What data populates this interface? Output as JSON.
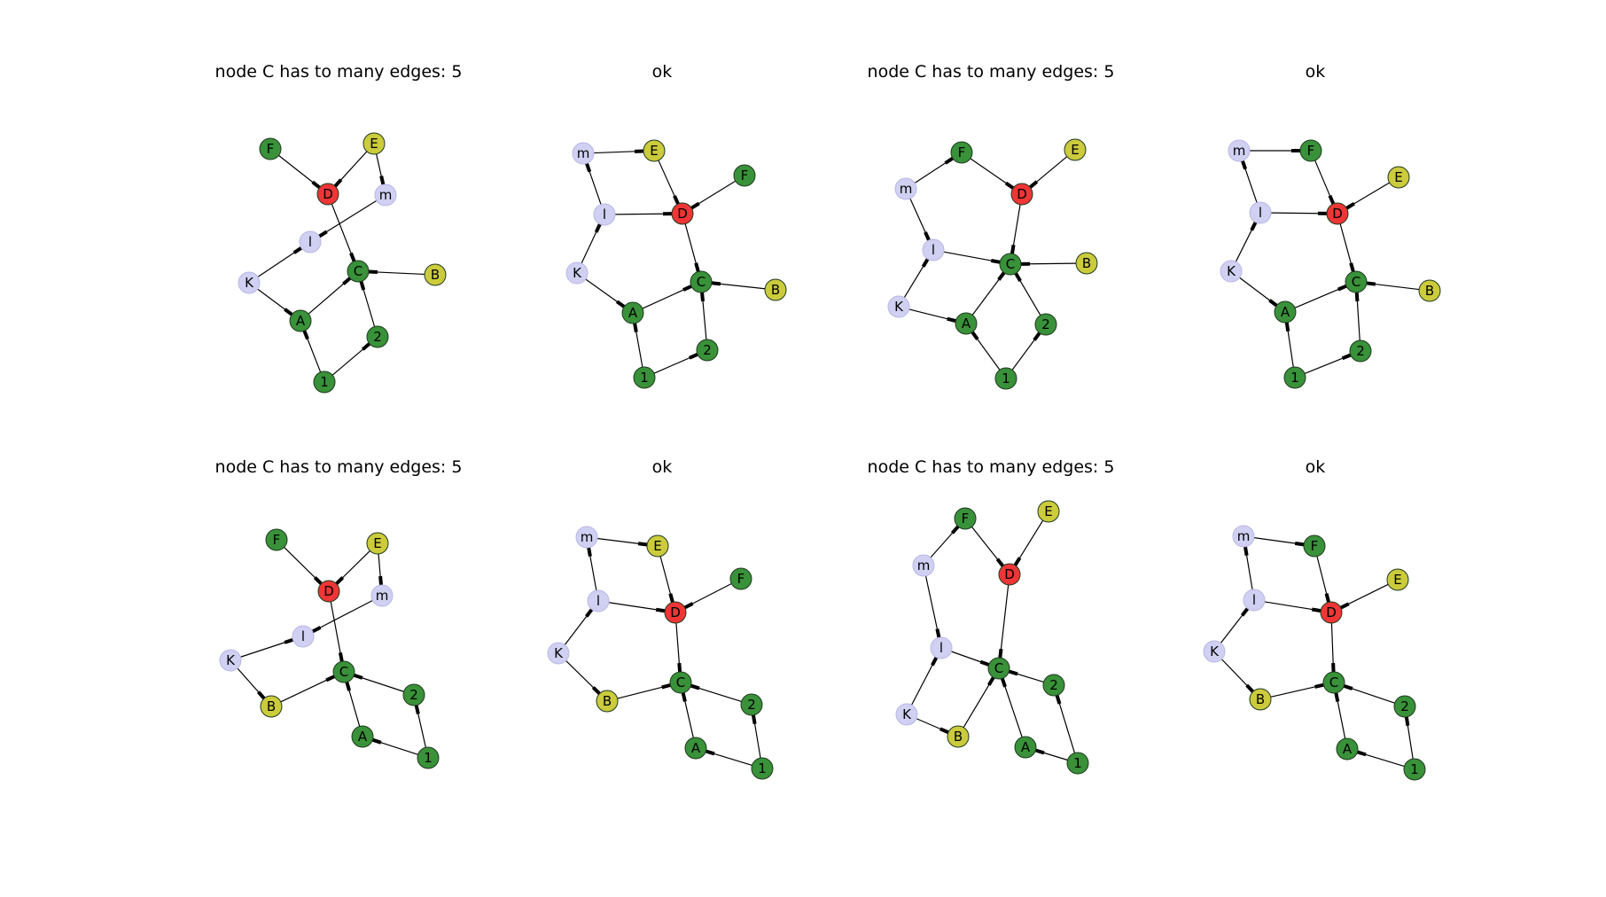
{
  "figure": {
    "panels": [
      {
        "title": "node C has to many edges: 5",
        "nodes": [
          {
            "id": "F",
            "label": "F",
            "color": "green"
          },
          {
            "id": "E",
            "label": "E",
            "color": "yellow"
          },
          {
            "id": "D",
            "label": "D",
            "color": "red"
          },
          {
            "id": "m",
            "label": "m",
            "color": "lavender"
          },
          {
            "id": "l",
            "label": "l",
            "color": "lavender"
          },
          {
            "id": "K",
            "label": "K",
            "color": "lavender"
          },
          {
            "id": "C",
            "label": "C",
            "color": "green"
          },
          {
            "id": "B",
            "label": "B",
            "color": "yellow"
          },
          {
            "id": "A",
            "label": "A",
            "color": "green"
          },
          {
            "id": "2",
            "label": "2",
            "color": "green"
          },
          {
            "id": "1",
            "label": "1",
            "color": "green"
          }
        ],
        "edges": [
          [
            "F",
            "D"
          ],
          [
            "E",
            "D"
          ],
          [
            "E",
            "m"
          ],
          [
            "D",
            "C"
          ],
          [
            "m",
            "l"
          ],
          [
            "K",
            "l"
          ],
          [
            "K",
            "A"
          ],
          [
            "A",
            "C"
          ],
          [
            "B",
            "C"
          ],
          [
            "2",
            "C"
          ],
          [
            "1",
            "A"
          ],
          [
            "1",
            "2"
          ]
        ]
      },
      {
        "title": "ok",
        "nodes": [
          {
            "id": "m",
            "label": "m",
            "color": "lavender"
          },
          {
            "id": "E",
            "label": "E",
            "color": "yellow"
          },
          {
            "id": "F",
            "label": "F",
            "color": "green"
          },
          {
            "id": "l",
            "label": "l",
            "color": "lavender"
          },
          {
            "id": "D",
            "label": "D",
            "color": "red"
          },
          {
            "id": "K",
            "label": "K",
            "color": "lavender"
          },
          {
            "id": "C",
            "label": "C",
            "color": "green"
          },
          {
            "id": "B",
            "label": "B",
            "color": "yellow"
          },
          {
            "id": "A",
            "label": "A",
            "color": "green"
          },
          {
            "id": "2",
            "label": "2",
            "color": "green"
          },
          {
            "id": "1",
            "label": "1",
            "color": "green"
          }
        ],
        "edges": [
          [
            "m",
            "E"
          ],
          [
            "l",
            "m"
          ],
          [
            "l",
            "D"
          ],
          [
            "E",
            "D"
          ],
          [
            "F",
            "D"
          ],
          [
            "D",
            "C"
          ],
          [
            "K",
            "l"
          ],
          [
            "K",
            "A"
          ],
          [
            "A",
            "C"
          ],
          [
            "B",
            "C"
          ],
          [
            "2",
            "C"
          ],
          [
            "1",
            "A"
          ],
          [
            "1",
            "2"
          ]
        ]
      },
      {
        "title": "node C has to many edges: 5",
        "nodes": [
          {
            "id": "F",
            "label": "F",
            "color": "green"
          },
          {
            "id": "E",
            "label": "E",
            "color": "yellow"
          },
          {
            "id": "m",
            "label": "m",
            "color": "lavender"
          },
          {
            "id": "D",
            "label": "D",
            "color": "red"
          },
          {
            "id": "l",
            "label": "l",
            "color": "lavender"
          },
          {
            "id": "C",
            "label": "C",
            "color": "green"
          },
          {
            "id": "B",
            "label": "B",
            "color": "yellow"
          },
          {
            "id": "K",
            "label": "K",
            "color": "lavender"
          },
          {
            "id": "A",
            "label": "A",
            "color": "green"
          },
          {
            "id": "2",
            "label": "2",
            "color": "green"
          },
          {
            "id": "1",
            "label": "1",
            "color": "green"
          }
        ],
        "edges": [
          [
            "m",
            "F"
          ],
          [
            "F",
            "D"
          ],
          [
            "E",
            "D"
          ],
          [
            "m",
            "l"
          ],
          [
            "D",
            "C"
          ],
          [
            "l",
            "C"
          ],
          [
            "B",
            "C"
          ],
          [
            "K",
            "l"
          ],
          [
            "K",
            "A"
          ],
          [
            "A",
            "C"
          ],
          [
            "2",
            "C"
          ],
          [
            "1",
            "A"
          ],
          [
            "1",
            "2"
          ]
        ]
      },
      {
        "title": "ok",
        "nodes": [
          {
            "id": "m",
            "label": "m",
            "color": "lavender"
          },
          {
            "id": "F",
            "label": "F",
            "color": "green"
          },
          {
            "id": "E",
            "label": "E",
            "color": "yellow"
          },
          {
            "id": "l",
            "label": "l",
            "color": "lavender"
          },
          {
            "id": "D",
            "label": "D",
            "color": "red"
          },
          {
            "id": "K",
            "label": "K",
            "color": "lavender"
          },
          {
            "id": "C",
            "label": "C",
            "color": "green"
          },
          {
            "id": "B",
            "label": "B",
            "color": "yellow"
          },
          {
            "id": "A",
            "label": "A",
            "color": "green"
          },
          {
            "id": "2",
            "label": "2",
            "color": "green"
          },
          {
            "id": "1",
            "label": "1",
            "color": "green"
          }
        ],
        "edges": [
          [
            "m",
            "F"
          ],
          [
            "l",
            "m"
          ],
          [
            "l",
            "D"
          ],
          [
            "F",
            "D"
          ],
          [
            "E",
            "D"
          ],
          [
            "D",
            "C"
          ],
          [
            "K",
            "l"
          ],
          [
            "K",
            "A"
          ],
          [
            "A",
            "C"
          ],
          [
            "B",
            "C"
          ],
          [
            "2",
            "C"
          ],
          [
            "1",
            "A"
          ],
          [
            "1",
            "2"
          ]
        ]
      },
      {
        "title": "node C has to many edges: 5",
        "nodes": [
          {
            "id": "F",
            "label": "F",
            "color": "green"
          },
          {
            "id": "E",
            "label": "E",
            "color": "yellow"
          },
          {
            "id": "D",
            "label": "D",
            "color": "red"
          },
          {
            "id": "m",
            "label": "m",
            "color": "lavender"
          },
          {
            "id": "l",
            "label": "l",
            "color": "lavender"
          },
          {
            "id": "K",
            "label": "K",
            "color": "lavender"
          },
          {
            "id": "C",
            "label": "C",
            "color": "green"
          },
          {
            "id": "2",
            "label": "2",
            "color": "green"
          },
          {
            "id": "B",
            "label": "B",
            "color": "yellow"
          },
          {
            "id": "A",
            "label": "A",
            "color": "green"
          },
          {
            "id": "1",
            "label": "1",
            "color": "green"
          }
        ],
        "edges": [
          [
            "F",
            "D"
          ],
          [
            "E",
            "D"
          ],
          [
            "E",
            "m"
          ],
          [
            "D",
            "C"
          ],
          [
            "m",
            "l"
          ],
          [
            "K",
            "l"
          ],
          [
            "K",
            "B"
          ],
          [
            "B",
            "C"
          ],
          [
            "A",
            "C"
          ],
          [
            "2",
            "C"
          ],
          [
            "1",
            "A"
          ],
          [
            "1",
            "2"
          ]
        ]
      },
      {
        "title": "ok",
        "nodes": [
          {
            "id": "m",
            "label": "m",
            "color": "lavender"
          },
          {
            "id": "E",
            "label": "E",
            "color": "yellow"
          },
          {
            "id": "F",
            "label": "F",
            "color": "green"
          },
          {
            "id": "l",
            "label": "l",
            "color": "lavender"
          },
          {
            "id": "D",
            "label": "D",
            "color": "red"
          },
          {
            "id": "K",
            "label": "K",
            "color": "lavender"
          },
          {
            "id": "C",
            "label": "C",
            "color": "green"
          },
          {
            "id": "B",
            "label": "B",
            "color": "yellow"
          },
          {
            "id": "2",
            "label": "2",
            "color": "green"
          },
          {
            "id": "A",
            "label": "A",
            "color": "green"
          },
          {
            "id": "1",
            "label": "1",
            "color": "green"
          }
        ],
        "edges": [
          [
            "m",
            "E"
          ],
          [
            "l",
            "m"
          ],
          [
            "l",
            "D"
          ],
          [
            "E",
            "D"
          ],
          [
            "F",
            "D"
          ],
          [
            "D",
            "C"
          ],
          [
            "K",
            "l"
          ],
          [
            "K",
            "B"
          ],
          [
            "B",
            "C"
          ],
          [
            "A",
            "C"
          ],
          [
            "2",
            "C"
          ],
          [
            "1",
            "A"
          ],
          [
            "1",
            "2"
          ]
        ]
      },
      {
        "title": "node C has to many edges: 5",
        "nodes": [
          {
            "id": "F",
            "label": "F",
            "color": "green"
          },
          {
            "id": "E",
            "label": "E",
            "color": "yellow"
          },
          {
            "id": "m",
            "label": "m",
            "color": "lavender"
          },
          {
            "id": "D",
            "label": "D",
            "color": "red"
          },
          {
            "id": "l",
            "label": "l",
            "color": "lavender"
          },
          {
            "id": "C",
            "label": "C",
            "color": "green"
          },
          {
            "id": "2",
            "label": "2",
            "color": "green"
          },
          {
            "id": "K",
            "label": "K",
            "color": "lavender"
          },
          {
            "id": "B",
            "label": "B",
            "color": "yellow"
          },
          {
            "id": "A",
            "label": "A",
            "color": "green"
          },
          {
            "id": "1",
            "label": "1",
            "color": "green"
          }
        ],
        "edges": [
          [
            "m",
            "F"
          ],
          [
            "F",
            "D"
          ],
          [
            "E",
            "D"
          ],
          [
            "m",
            "l"
          ],
          [
            "D",
            "C"
          ],
          [
            "l",
            "C"
          ],
          [
            "K",
            "l"
          ],
          [
            "K",
            "B"
          ],
          [
            "B",
            "C"
          ],
          [
            "A",
            "C"
          ],
          [
            "2",
            "C"
          ],
          [
            "1",
            "A"
          ],
          [
            "1",
            "2"
          ]
        ]
      },
      {
        "title": "ok",
        "nodes": [
          {
            "id": "m",
            "label": "m",
            "color": "lavender"
          },
          {
            "id": "F",
            "label": "F",
            "color": "green"
          },
          {
            "id": "E",
            "label": "E",
            "color": "yellow"
          },
          {
            "id": "l",
            "label": "l",
            "color": "lavender"
          },
          {
            "id": "D",
            "label": "D",
            "color": "red"
          },
          {
            "id": "K",
            "label": "K",
            "color": "lavender"
          },
          {
            "id": "C",
            "label": "C",
            "color": "green"
          },
          {
            "id": "B",
            "label": "B",
            "color": "yellow"
          },
          {
            "id": "2",
            "label": "2",
            "color": "green"
          },
          {
            "id": "A",
            "label": "A",
            "color": "green"
          },
          {
            "id": "1",
            "label": "1",
            "color": "green"
          }
        ],
        "edges": [
          [
            "m",
            "F"
          ],
          [
            "l",
            "m"
          ],
          [
            "l",
            "D"
          ],
          [
            "F",
            "D"
          ],
          [
            "E",
            "D"
          ],
          [
            "D",
            "C"
          ],
          [
            "K",
            "l"
          ],
          [
            "K",
            "B"
          ],
          [
            "B",
            "C"
          ],
          [
            "A",
            "C"
          ],
          [
            "2",
            "C"
          ],
          [
            "1",
            "A"
          ],
          [
            "1",
            "2"
          ]
        ]
      }
    ],
    "colors": {
      "green": "#2e8b2e",
      "yellow": "#c8c832",
      "red": "#ee2a2a",
      "lavender": "#c8c8f0",
      "edge": "#000000"
    }
  }
}
